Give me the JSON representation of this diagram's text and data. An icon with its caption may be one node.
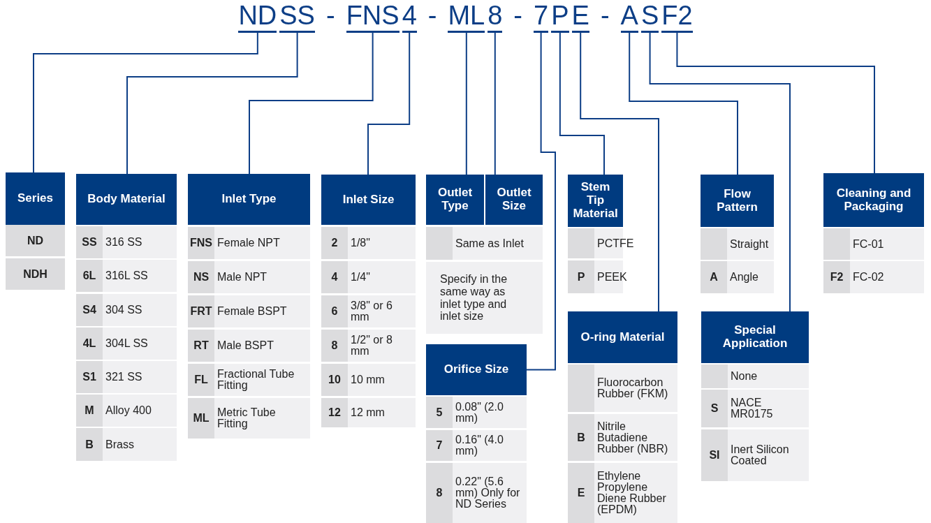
{
  "diagram": {
    "nodes": [
      {
        "text": [
          "ND"
        ]
      },
      {
        "text": [
          "SS"
        ]
      },
      {
        "text": [
          "FNS"
        ]
      },
      {
        "text": [
          "4"
        ]
      },
      {
        "text": [
          "ML"
        ]
      },
      {
        "text": [
          "8"
        ]
      },
      {
        "text": [
          "7"
        ]
      },
      {
        "text": [
          "P"
        ]
      },
      {
        "text": [
          "E"
        ]
      },
      {
        "text": [
          "A"
        ]
      },
      {
        "text": [
          "S"
        ]
      },
      {
        "text": [
          "F2"
        ]
      },
      {
        "text": [
          "Series"
        ]
      },
      {
        "text": [
          "ND"
        ]
      },
      {
        "text": [
          "NDH"
        ]
      },
      {
        "text": [
          "Body Material"
        ]
      },
      {
        "text": [
          "SS",
          "316 SS"
        ]
      },
      {
        "text": [
          "6L",
          "316L SS"
        ]
      },
      {
        "text": [
          "S4",
          "304 SS"
        ]
      },
      {
        "text": [
          "4L",
          "304L SS"
        ]
      },
      {
        "text": [
          "S1",
          "321 SS"
        ]
      },
      {
        "text": [
          "M",
          "Alloy 400"
        ]
      },
      {
        "text": [
          "B",
          "Brass"
        ]
      },
      {
        "text": [
          "Inlet Type"
        ]
      },
      {
        "text": [
          "FNS",
          "Female NPT"
        ]
      },
      {
        "text": [
          "NS",
          "Male NPT"
        ]
      },
      {
        "text": [
          "FRT",
          "Female BSPT"
        ]
      },
      {
        "text": [
          "RT",
          "Male BSPT"
        ]
      },
      {
        "text": [
          "FL",
          "Fractional Tube Fitting"
        ]
      },
      {
        "text": [
          "ML",
          "Metric Tube Fitting"
        ]
      },
      {
        "text": [
          "Inlet Size"
        ]
      },
      {
        "text": [
          "2",
          "1/8\""
        ]
      },
      {
        "text": [
          "4",
          "1/4\""
        ]
      },
      {
        "text": [
          "6",
          "3/8\" or 6 mm"
        ]
      },
      {
        "text": [
          "8",
          "1/2\" or 8 mm"
        ]
      },
      {
        "text": [
          "10",
          "10 mm"
        ]
      },
      {
        "text": [
          "12",
          "12 mm"
        ]
      },
      {
        "text": [
          "Outlet Type"
        ]
      },
      {
        "text": [
          "Outlet Size"
        ]
      },
      {
        "text": [
          "Same as Inlet"
        ]
      },
      {
        "text": [
          "Specify in the same way as inlet type and inlet size"
        ]
      },
      {
        "text": [
          "Orifice Size"
        ]
      },
      {
        "text": [
          "5",
          "0.08\" (2.0 mm)"
        ]
      },
      {
        "text": [
          "7",
          "0.16\" (4.0 mm)"
        ]
      },
      {
        "text": [
          "8",
          "0.22\" (5.6 mm) Only for ND Series"
        ]
      },
      {
        "text": [
          "Stem Tip Material"
        ]
      },
      {
        "text": [
          "PCTFE"
        ]
      },
      {
        "text": [
          "P",
          "PEEK"
        ]
      },
      {
        "text": [
          "O-ring Material"
        ]
      },
      {
        "text": [
          "Fluorocarbon Rubber (FKM)"
        ]
      },
      {
        "text": [
          "B",
          "Nitrile Butadiene Rubber (NBR)"
        ]
      },
      {
        "text": [
          "E",
          "Ethylene Propylene Diene Rubber (EPDM)"
        ]
      },
      {
        "text": [
          "Flow Pattern"
        ]
      },
      {
        "text": [
          "Straight"
        ]
      },
      {
        "text": [
          "A",
          "Angle"
        ]
      },
      {
        "text": [
          "Special Application"
        ]
      },
      {
        "text": [
          "None"
        ]
      },
      {
        "text": [
          "S",
          "NACE MR0175"
        ]
      },
      {
        "text": [
          "SI",
          "Inert Silicon Coated"
        ]
      },
      {
        "text": [
          "Cleaning and Packaging"
        ]
      },
      {
        "text": [
          "FC-01"
        ]
      },
      {
        "text": [
          "F2",
          "FC-02"
        ]
      }
    ],
    "edges": [
      {
        "from": 0,
        "to": 12,
        "arrow": "none"
      },
      {
        "from": 1,
        "to": 15,
        "arrow": "none"
      },
      {
        "from": 2,
        "to": 23,
        "arrow": "none"
      },
      {
        "from": 3,
        "to": 30,
        "arrow": "none"
      },
      {
        "from": 4,
        "to": 37,
        "arrow": "none"
      },
      {
        "from": 5,
        "to": 38,
        "arrow": "none"
      },
      {
        "from": 6,
        "to": 41,
        "arrow": "none"
      },
      {
        "from": 7,
        "to": 45,
        "arrow": "none"
      },
      {
        "from": 8,
        "to": 48,
        "arrow": "none"
      },
      {
        "from": 9,
        "to": 52,
        "arrow": "none"
      },
      {
        "from": 10,
        "to": 55,
        "arrow": "none"
      },
      {
        "from": 11,
        "to": 59,
        "arrow": "none"
      }
    ],
    "labels": [
      "-",
      "-",
      "-",
      "-"
    ]
  }
}
